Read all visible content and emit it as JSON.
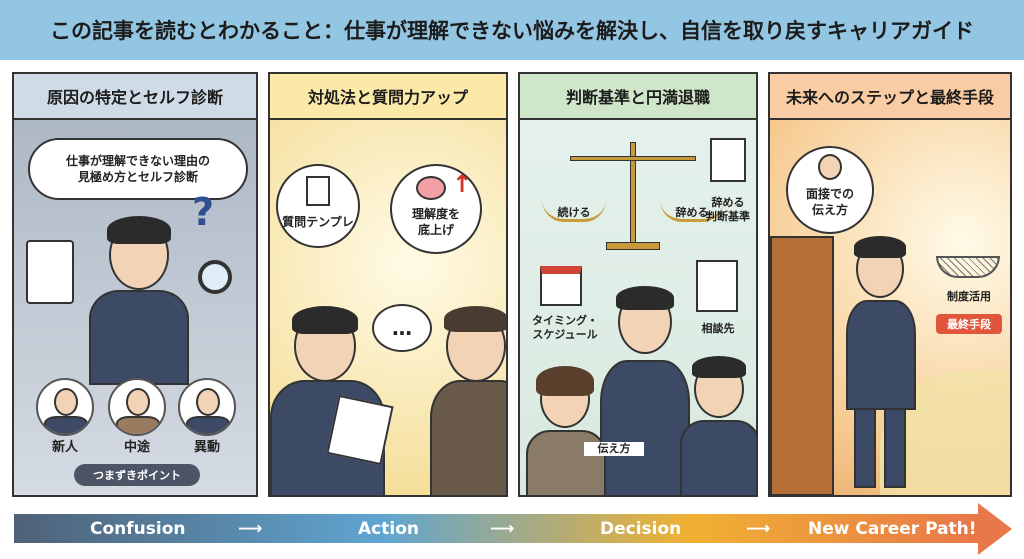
{
  "title": "この記事を読むとわかること：仕事が理解できない悩みを解決し、自信を取り戻すキャリアガイド",
  "panels": [
    {
      "heading": "原因の特定とセルフ診断",
      "bubble_line1": "仕事が理解できない理由の",
      "bubble_line2": "見極め方とセルフ診断",
      "avatars": [
        "新人",
        "中途",
        "異動"
      ],
      "pill": "つまずきポイント"
    },
    {
      "heading": "対処法と質問力アップ",
      "bubble_template": "質問テンプレ",
      "bubble_understanding_line1": "理解度を",
      "bubble_understanding_line2": "底上げ",
      "dots": "…"
    },
    {
      "heading": "判断基準と円満退職",
      "scale_left": "続ける",
      "scale_right": "辞める",
      "criteria_line1": "辞める",
      "criteria_line2": "判断基準",
      "timing_line1": "タイミング・",
      "timing_line2": "スケジュール",
      "consult": "相談先",
      "communicate": "伝え方"
    },
    {
      "heading": "未来へのステップと最終手段",
      "bubble_line1": "面接での",
      "bubble_line2": "伝え方",
      "system": "制度活用",
      "badge": "最終手段"
    }
  ],
  "flow": [
    "Confusion",
    "Action",
    "Decision",
    "New Career Path!"
  ],
  "arrow_glyph": "⟶",
  "colors": {
    "title_bg": "#93c6e3",
    "panel1": "#cfdbe6",
    "panel2": "#fbe9a8",
    "panel3": "#cfe6c8",
    "panel4": "#f8cda3",
    "badge": "#e0553b"
  }
}
